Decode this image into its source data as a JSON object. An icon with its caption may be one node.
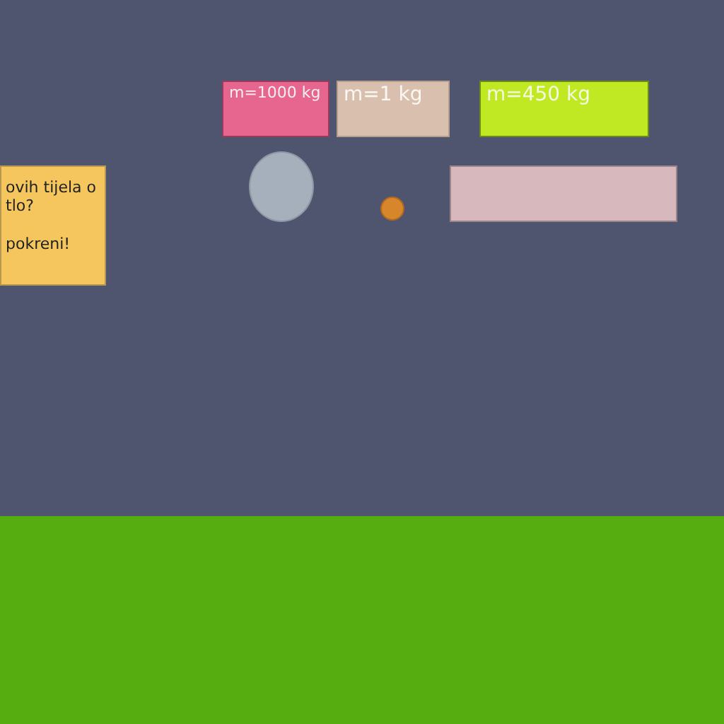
{
  "diagram": {
    "nodes": [
      {
        "text": [
          "ovih tijela o tlo?",
          "pokreni!"
        ]
      },
      {
        "text": [
          "m=1000 kg"
        ]
      },
      {
        "text": [
          "m=1 kg"
        ]
      },
      {
        "text": [
          "m=450 kg"
        ]
      },
      {
        "text": [],
        "shape": "circle"
      },
      {
        "text": [],
        "shape": "circle"
      },
      {
        "text": [],
        "shape": "box"
      }
    ]
  }
}
